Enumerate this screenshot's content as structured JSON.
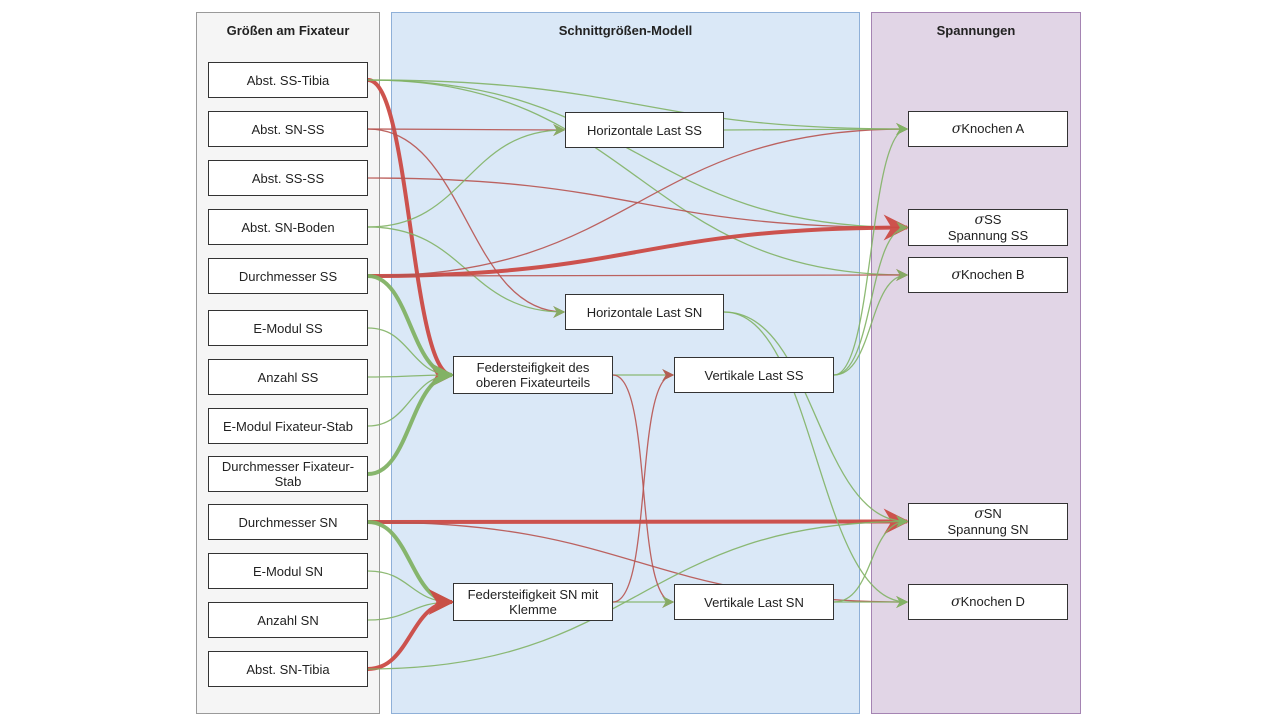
{
  "lanes": {
    "inputs": {
      "title": "Größen am Fixateur"
    },
    "model": {
      "title": "Schnittgrößen-Modell"
    },
    "stress": {
      "title": "Spannungen"
    }
  },
  "inputs": [
    {
      "id": "abst_ss_tibia",
      "label": "Abst. SS-Tibia"
    },
    {
      "id": "abst_sn_ss",
      "label": "Abst. SN-SS"
    },
    {
      "id": "abst_ss_ss",
      "label": "Abst. SS-SS"
    },
    {
      "id": "abst_sn_boden",
      "label": "Abst. SN-Boden"
    },
    {
      "id": "durchmesser_ss",
      "label": "Durchmesser SS"
    },
    {
      "id": "emodul_ss",
      "label": "E-Modul SS"
    },
    {
      "id": "anzahl_ss",
      "label": "Anzahl SS"
    },
    {
      "id": "emodul_stab",
      "label": "E-Modul Fixateur-Stab"
    },
    {
      "id": "durchmesser_stab",
      "label": "Durchmesser Fixateur-Stab"
    },
    {
      "id": "durchmesser_sn",
      "label": "Durchmesser SN"
    },
    {
      "id": "emodul_sn",
      "label": "E-Modul SN"
    },
    {
      "id": "anzahl_sn",
      "label": "Anzahl SN"
    },
    {
      "id": "abst_sn_tibia",
      "label": "Abst. SN-Tibia"
    }
  ],
  "model": [
    {
      "id": "horiz_ss",
      "label": "Horizontale Last SS"
    },
    {
      "id": "horiz_sn",
      "label": "Horizontale Last SN"
    },
    {
      "id": "feder_oben",
      "label": "Federsteifigkeit des oberen Fixateurteils"
    },
    {
      "id": "vert_ss",
      "label": "Vertikale Last SS"
    },
    {
      "id": "feder_sn",
      "label": "Federsteifigkeit SN mit Klemme"
    },
    {
      "id": "vert_sn",
      "label": "Vertikale Last SN"
    }
  ],
  "stress": [
    {
      "id": "knochen_a",
      "symbol": "σ",
      "label": "Knochen A",
      "sub": ""
    },
    {
      "id": "sigma_ss",
      "symbol": "σ",
      "label": "SS",
      "sub": "Spannung SS"
    },
    {
      "id": "knochen_b",
      "symbol": "σ",
      "label": "Knochen B",
      "sub": ""
    },
    {
      "id": "sigma_sn",
      "symbol": "σ",
      "label": "SN",
      "sub": "Spannung SN"
    },
    {
      "id": "knochen_d",
      "symbol": "σ",
      "label": "Knochen D",
      "sub": ""
    }
  ],
  "colors": {
    "positive": "#82b366",
    "negative": "#b85450",
    "strong_negative": "#cc4b45"
  },
  "edges": [
    {
      "from": "abst_ss_tibia",
      "to": "feder_oben",
      "sign": "negative",
      "weight": "strong"
    },
    {
      "from": "abst_ss_tibia",
      "to": "knochen_a",
      "sign": "positive",
      "weight": "normal"
    },
    {
      "from": "abst_ss_tibia",
      "to": "sigma_ss",
      "sign": "positive",
      "weight": "normal"
    },
    {
      "from": "abst_ss_tibia",
      "to": "knochen_b",
      "sign": "positive",
      "weight": "normal"
    },
    {
      "from": "abst_sn_ss",
      "to": "horiz_ss",
      "sign": "negative",
      "weight": "normal"
    },
    {
      "from": "abst_sn_ss",
      "to": "horiz_sn",
      "sign": "negative",
      "weight": "normal"
    },
    {
      "from": "abst_ss_ss",
      "to": "sigma_ss",
      "sign": "negative",
      "weight": "normal"
    },
    {
      "from": "abst_sn_boden",
      "to": "horiz_ss",
      "sign": "positive",
      "weight": "normal"
    },
    {
      "from": "abst_sn_boden",
      "to": "horiz_sn",
      "sign": "positive",
      "weight": "normal"
    },
    {
      "from": "durchmesser_ss",
      "to": "sigma_ss",
      "sign": "negative",
      "weight": "strong"
    },
    {
      "from": "durchmesser_ss",
      "to": "knochen_b",
      "sign": "negative",
      "weight": "normal"
    },
    {
      "from": "durchmesser_ss",
      "to": "knochen_a",
      "sign": "negative",
      "weight": "normal"
    },
    {
      "from": "durchmesser_ss",
      "to": "feder_oben",
      "sign": "positive",
      "weight": "strong"
    },
    {
      "from": "emodul_ss",
      "to": "feder_oben",
      "sign": "positive",
      "weight": "normal"
    },
    {
      "from": "anzahl_ss",
      "to": "feder_oben",
      "sign": "positive",
      "weight": "normal"
    },
    {
      "from": "emodul_stab",
      "to": "feder_oben",
      "sign": "positive",
      "weight": "normal"
    },
    {
      "from": "durchmesser_stab",
      "to": "feder_oben",
      "sign": "positive",
      "weight": "strong"
    },
    {
      "from": "durchmesser_sn",
      "to": "sigma_sn",
      "sign": "negative",
      "weight": "strong"
    },
    {
      "from": "durchmesser_sn",
      "to": "knochen_d",
      "sign": "negative",
      "weight": "normal"
    },
    {
      "from": "durchmesser_sn",
      "to": "feder_sn",
      "sign": "positive",
      "weight": "strong"
    },
    {
      "from": "emodul_sn",
      "to": "feder_sn",
      "sign": "positive",
      "weight": "normal"
    },
    {
      "from": "anzahl_sn",
      "to": "feder_sn",
      "sign": "positive",
      "weight": "normal"
    },
    {
      "from": "abst_sn_tibia",
      "to": "feder_sn",
      "sign": "negative",
      "weight": "strong"
    },
    {
      "from": "abst_sn_tibia",
      "to": "sigma_sn",
      "sign": "positive",
      "weight": "normal"
    },
    {
      "from": "horiz_ss",
      "to": "knochen_a",
      "sign": "positive",
      "weight": "normal"
    },
    {
      "from": "horiz_sn",
      "to": "sigma_sn",
      "sign": "positive",
      "weight": "normal"
    },
    {
      "from": "horiz_sn",
      "to": "knochen_d",
      "sign": "positive",
      "weight": "normal"
    },
    {
      "from": "feder_oben",
      "to": "vert_ss",
      "sign": "positive",
      "weight": "normal"
    },
    {
      "from": "feder_oben",
      "to": "vert_sn",
      "sign": "negative",
      "weight": "normal"
    },
    {
      "from": "feder_sn",
      "to": "vert_sn",
      "sign": "positive",
      "weight": "normal"
    },
    {
      "from": "feder_sn",
      "to": "vert_ss",
      "sign": "negative",
      "weight": "normal"
    },
    {
      "from": "vert_ss",
      "to": "knochen_a",
      "sign": "positive",
      "weight": "normal"
    },
    {
      "from": "vert_ss",
      "to": "sigma_ss",
      "sign": "positive",
      "weight": "normal"
    },
    {
      "from": "vert_ss",
      "to": "knochen_b",
      "sign": "positive",
      "weight": "normal"
    },
    {
      "from": "vert_sn",
      "to": "sigma_sn",
      "sign": "positive",
      "weight": "normal"
    },
    {
      "from": "vert_sn",
      "to": "knochen_d",
      "sign": "positive",
      "weight": "normal"
    }
  ]
}
